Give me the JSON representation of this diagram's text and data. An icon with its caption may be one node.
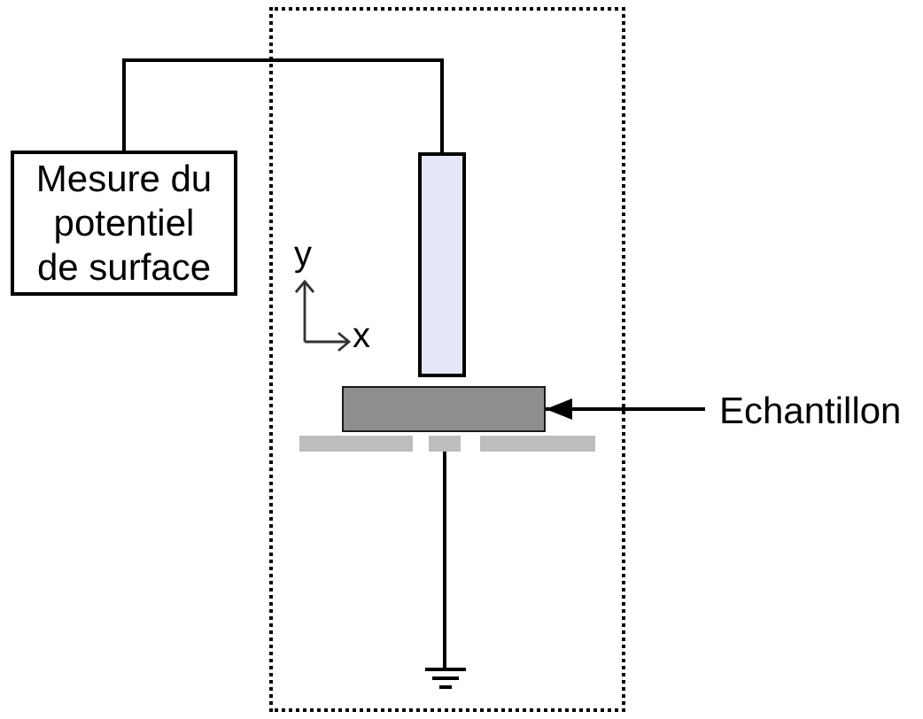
{
  "diagram": {
    "nodes": [
      {
        "text": [
          "Mesure du potentiel de surface"
        ]
      },
      {
        "text": [],
        "shape": "box"
      },
      {
        "text": [],
        "shape": "box",
        "in": 1
      },
      {
        "text": [],
        "shape": "box",
        "in": 1
      },
      {
        "text": [
          "Echantillon"
        ]
      },
      {
        "text": [],
        "shape": "bar",
        "in": 1
      },
      {
        "text": [],
        "shape": "bar",
        "in": 1
      },
      {
        "text": [],
        "shape": "bar",
        "in": 1
      },
      {
        "text": [],
        "shape": "ground",
        "in": 1
      }
    ],
    "edges": [
      {
        "from": 0,
        "to": 2,
        "arrow": "none"
      },
      {
        "from": 4,
        "to": 3,
        "arrow": "to"
      },
      {
        "from": 6,
        "to": 8,
        "arrow": "none"
      }
    ],
    "labels": [
      "y",
      "x"
    ]
  }
}
